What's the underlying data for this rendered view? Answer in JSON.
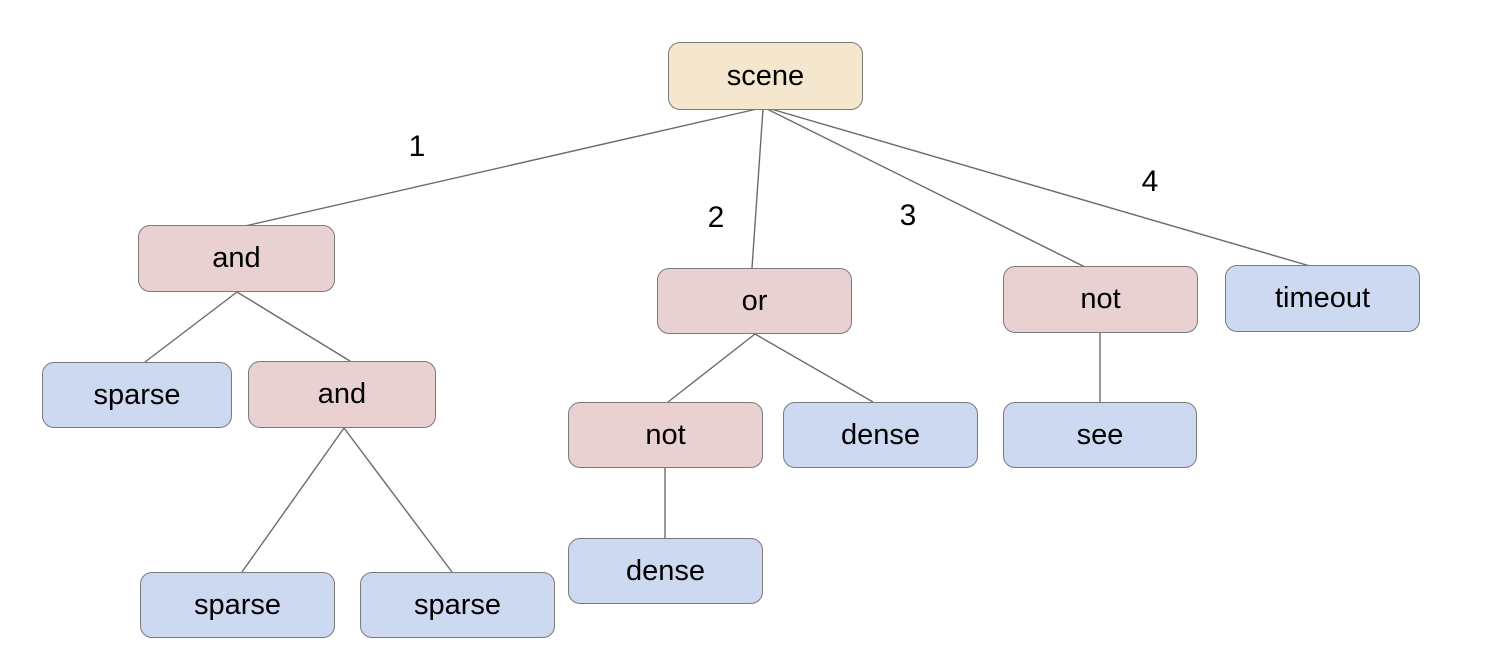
{
  "diagram": {
    "background": "#ffffff",
    "description": "behavior tree of scene"
  },
  "colors": {
    "root_fill": "#f5e7ce",
    "operator_fill": "#e9d1d1",
    "leaf_fill": "#cdd9f1",
    "node_border": "#7a7a7a",
    "edge_line": "#6b6b6b",
    "text": "#000000"
  },
  "nodes": [
    {
      "id": "scene",
      "label": "scene",
      "kind": "root"
    },
    {
      "id": "and1",
      "label": "and",
      "kind": "operator"
    },
    {
      "id": "or1",
      "label": "or",
      "kind": "operator"
    },
    {
      "id": "not1",
      "label": "not",
      "kind": "operator"
    },
    {
      "id": "timeout1",
      "label": "timeout",
      "kind": "leaf"
    },
    {
      "id": "sparse1",
      "label": "sparse",
      "kind": "leaf"
    },
    {
      "id": "and2",
      "label": "and",
      "kind": "operator"
    },
    {
      "id": "sparse2",
      "label": "sparse",
      "kind": "leaf"
    },
    {
      "id": "sparse3",
      "label": "sparse",
      "kind": "leaf"
    },
    {
      "id": "not2",
      "label": "not",
      "kind": "operator"
    },
    {
      "id": "dense1",
      "label": "dense",
      "kind": "leaf"
    },
    {
      "id": "dense2",
      "label": "dense",
      "kind": "leaf"
    },
    {
      "id": "see1",
      "label": "see",
      "kind": "leaf"
    }
  ],
  "edges": [
    {
      "from": "scene",
      "to": "and1",
      "label": "1"
    },
    {
      "from": "scene",
      "to": "or1",
      "label": "2"
    },
    {
      "from": "scene",
      "to": "not1",
      "label": "3"
    },
    {
      "from": "scene",
      "to": "timeout1",
      "label": "4"
    },
    {
      "from": "and1",
      "to": "sparse1",
      "label": ""
    },
    {
      "from": "and1",
      "to": "and2",
      "label": ""
    },
    {
      "from": "and2",
      "to": "sparse2",
      "label": ""
    },
    {
      "from": "and2",
      "to": "sparse3",
      "label": ""
    },
    {
      "from": "or1",
      "to": "not2",
      "label": ""
    },
    {
      "from": "or1",
      "to": "dense1",
      "label": ""
    },
    {
      "from": "not2",
      "to": "dense2",
      "label": ""
    },
    {
      "from": "not1",
      "to": "see1",
      "label": ""
    }
  ]
}
